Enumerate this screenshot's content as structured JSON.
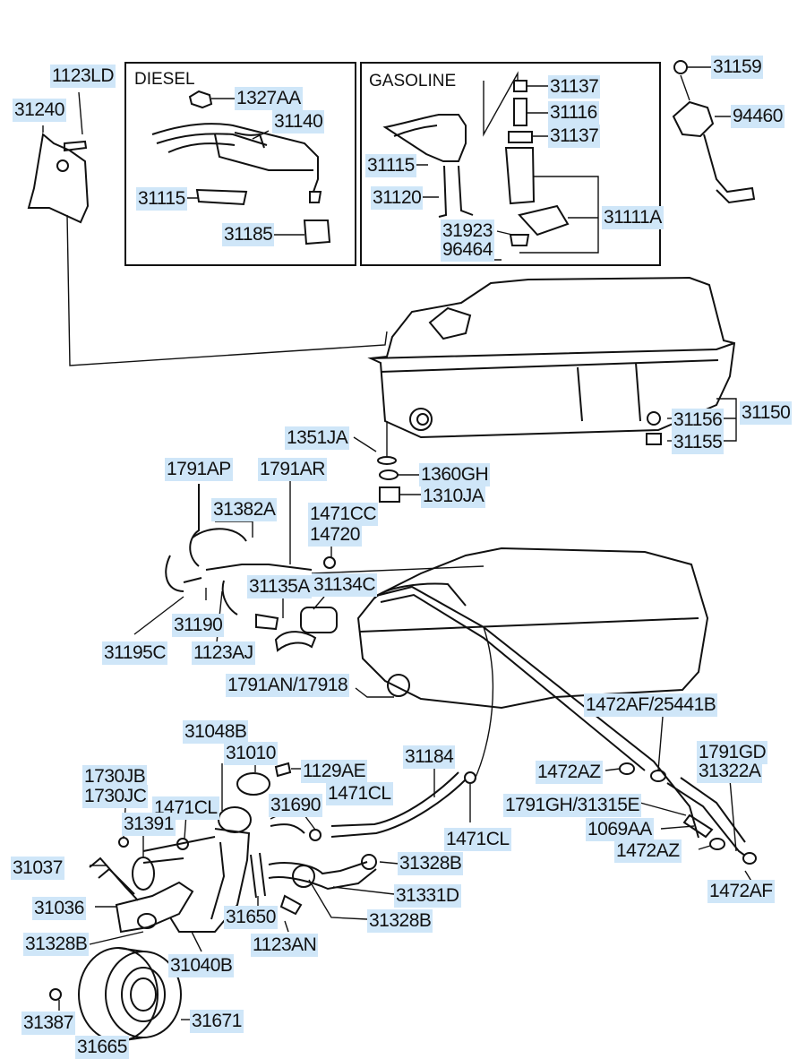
{
  "sections": {
    "diesel": "DIESEL",
    "gasoline": "GASOLINE"
  },
  "labels": {
    "l1123LD": "1123LD",
    "l31240": "31240",
    "l1327AA": "1327AA",
    "l31140": "31140",
    "l31115d": "31115",
    "l31185": "31185",
    "l31137a": "31137",
    "l31116": "31116",
    "l31137b": "31137",
    "l31115g": "31115",
    "l31120": "31120",
    "l31923": "31923",
    "l96464": "96464",
    "l31111A": "31111A",
    "l31159": "31159",
    "l94460": "94460",
    "l31150": "31150",
    "l31156": "31156",
    "l31155": "31155",
    "l1351JA": "1351JA",
    "l1360GH": "1360GH",
    "l1310JA": "1310JA",
    "l1791AP": "1791AP",
    "l1791AR": "1791AR",
    "l31382A": "31382A",
    "l1471CC": "1471CC",
    "l14720": "14720",
    "l31135A": "31135A",
    "l31134C": "31134C",
    "l31190": "31190",
    "l31195C": "31195C",
    "l1123AJ": "1123AJ",
    "l1791AN": "1791AN/17918",
    "l1472AF_25441B": "1472AF/25441B",
    "l1791GD": "1791GD",
    "l31322A": "31322A",
    "l1472AZa": "1472AZ",
    "l1791GH": "1791GH/31315E",
    "l1069AA": "1069AA",
    "l1472AZb": "1472AZ",
    "l1472AF": "1472AF",
    "l31048B": "31048B",
    "l31010": "31010",
    "l1129AE": "1129AE",
    "l31184": "31184",
    "l1730JB": "1730JB",
    "l1730JC": "1730JC",
    "l1471CLa": "1471CL",
    "l1471CLb": "1471CL",
    "l31690": "31690",
    "l31391": "31391",
    "l1471CLc": "1471CL",
    "l31037": "31037",
    "l31328Ba": "31328B",
    "l31036": "31036",
    "l31650": "31650",
    "l31331D": "31331D",
    "l31328Bb": "31328B",
    "l31328Bc": "31328B",
    "l1123AN": "1123AN",
    "l31040B": "31040B",
    "l31387": "31387",
    "l31671": "31671",
    "l31665": "31665"
  }
}
